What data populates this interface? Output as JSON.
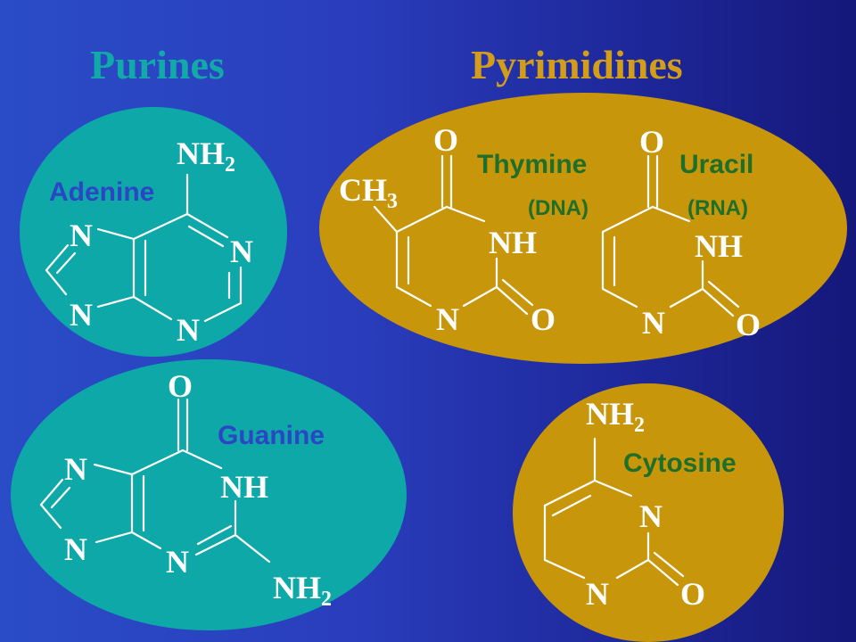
{
  "headings": {
    "purines": "Purines",
    "pyrimidines": "Pyrimidines"
  },
  "adenine": {
    "name": "Adenine",
    "amine": "NH",
    "amine_sub": "2",
    "n1": "N",
    "n3": "N",
    "n7": "N",
    "n9": "N"
  },
  "guanine": {
    "name": "Guanine",
    "oxygen": "O",
    "nh": "NH",
    "amine": "NH",
    "amine_sub": "2",
    "n3": "N",
    "n7": "N",
    "n9": "N"
  },
  "thymine": {
    "name": "Thymine",
    "note": "(DNA)",
    "methyl": "CH",
    "methyl_sub": "3",
    "o_top": "O",
    "nh": "NH",
    "n": "N",
    "o_bottom": "O"
  },
  "uracil": {
    "name": "Uracil",
    "note": "(RNA)",
    "o_top": "O",
    "nh": "NH",
    "n": "N",
    "o_bottom": "O"
  },
  "cytosine": {
    "name": "Cytosine",
    "amine": "NH",
    "amine_sub": "2",
    "n_ring": "N",
    "n": "N",
    "o": "O"
  },
  "colors": {
    "background": "#2a3ebd",
    "purine_fill": "#0fa8a8",
    "pyrimidine_fill": "#c8960a",
    "purine_heading": "#12a9a9",
    "pyrimidine_heading": "#d29e1a",
    "name_green": "#1f6e2a",
    "name_blue": "#2a46c4",
    "atoms": "#ffffff"
  }
}
